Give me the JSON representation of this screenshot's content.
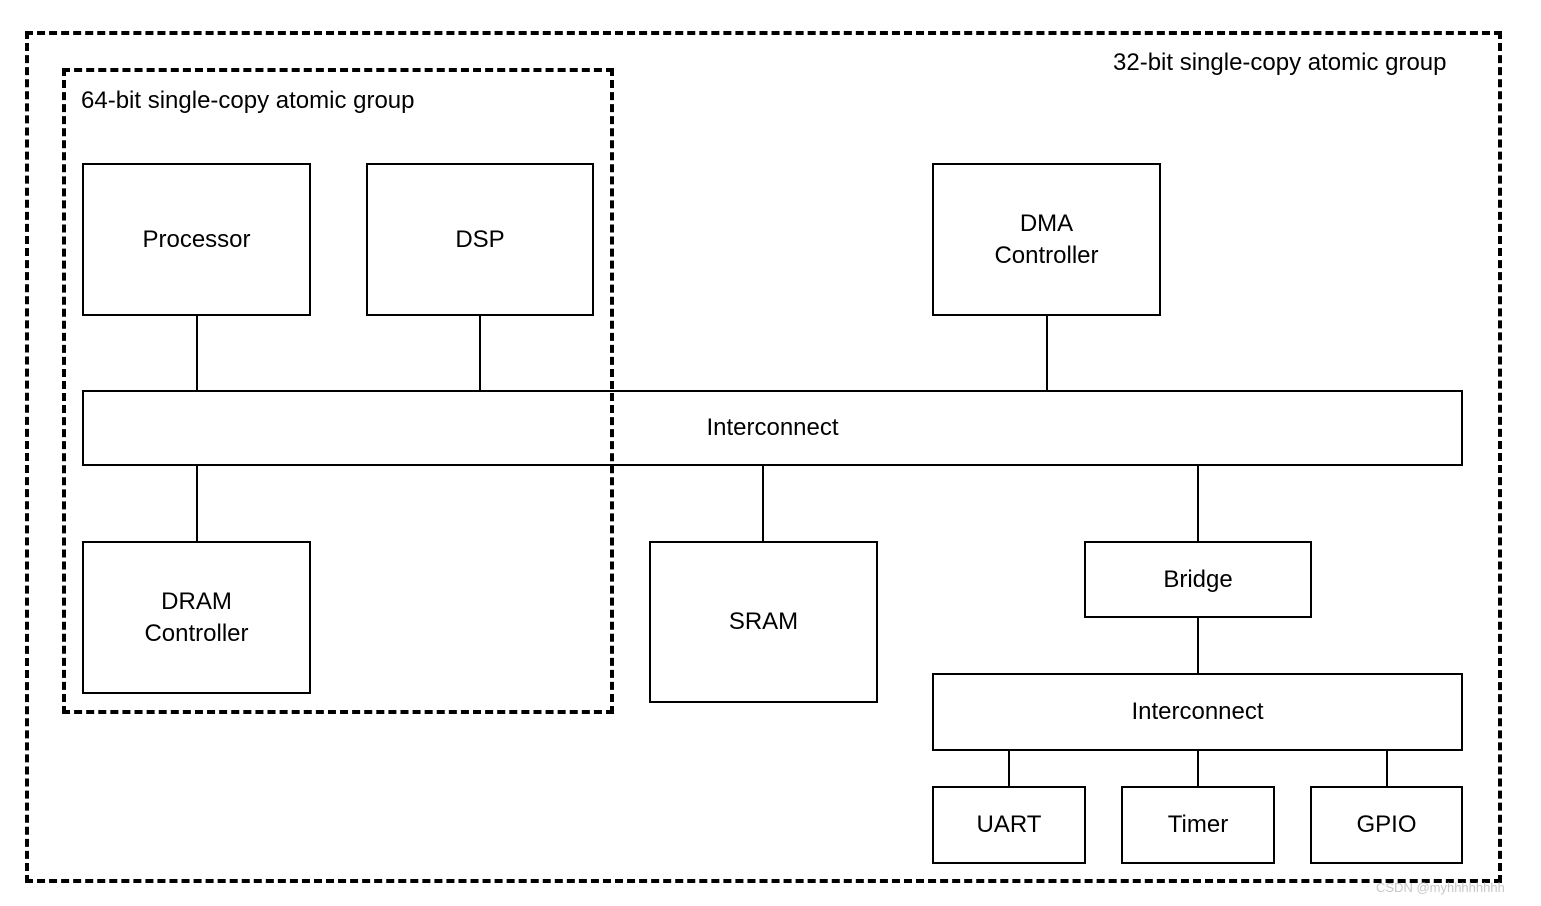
{
  "groups": {
    "outer_label": "32-bit single-copy atomic group",
    "inner_label": "64-bit single-copy atomic group"
  },
  "blocks": {
    "processor": "Processor",
    "dsp": "DSP",
    "dma_line1": "DMA",
    "dma_line2": "Controller",
    "main_interconnect": "Interconnect",
    "dram_line1": "DRAM",
    "dram_line2": "Controller",
    "sram": "SRAM",
    "bridge": "Bridge",
    "peripheral_interconnect": "Interconnect",
    "uart": "UART",
    "timer": "Timer",
    "gpio": "GPIO"
  },
  "watermark": "CSDN @myhhhhhhhh"
}
